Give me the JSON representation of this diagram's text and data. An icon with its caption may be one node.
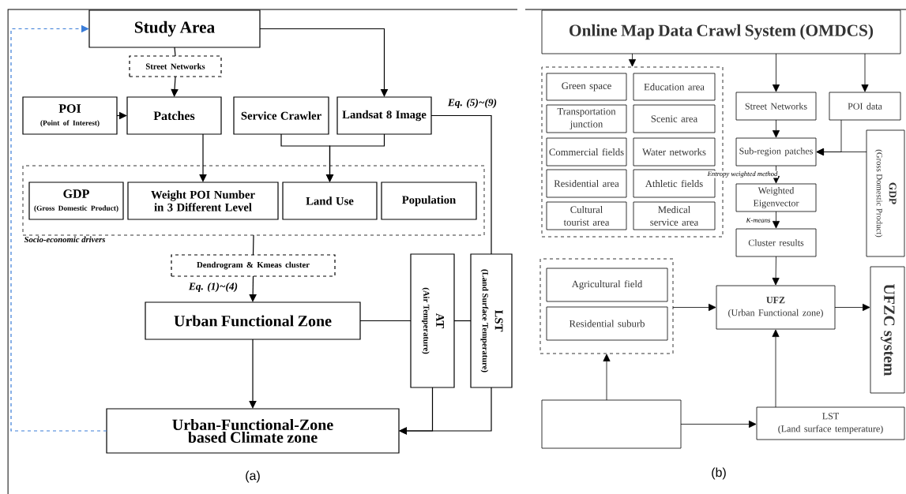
{
  "diagram": {
    "nodes": [
      {
        "text": [
          "Study Area"
        ]
      },
      {
        "text": [
          "Street Networks"
        ]
      },
      {
        "text": [
          "POI",
          "(Point of Interest)"
        ]
      },
      {
        "text": [
          "Patches"
        ]
      },
      {
        "text": [
          "Service Crawler"
        ]
      },
      {
        "text": [
          "Landsat 8 Image"
        ]
      },
      {
        "text": [
          "Socio-economic drivers"
        ]
      },
      {
        "text": [
          "GDP",
          "(Gross Domestic Product)"
        ],
        "in": 6
      },
      {
        "text": [
          "Weight POI Number in 3 Different Level"
        ],
        "in": 6
      },
      {
        "text": [
          "Land Use"
        ],
        "in": 6
      },
      {
        "text": [
          "Population"
        ],
        "in": 6
      },
      {
        "text": [
          "Dendrogram & Kmeas cluster"
        ]
      },
      {
        "text": [
          "Urban Functional Zone"
        ]
      },
      {
        "text": [
          "AT",
          "(Air Temperature)"
        ]
      },
      {
        "text": [
          "LST",
          "(Land Surface Temperature)"
        ]
      },
      {
        "text": [
          "Urban-Functional-Zone based Climate zone"
        ]
      },
      {
        "text": [
          "Online Map Data Crawl System (OMDCS)"
        ]
      },
      {
        "text": [],
        "shape": "box"
      },
      {
        "text": [
          "Green space"
        ],
        "in": 17
      },
      {
        "text": [
          "Education area"
        ],
        "in": 17
      },
      {
        "text": [
          "Transportation junction"
        ],
        "in": 17
      },
      {
        "text": [
          "Scenic area"
        ],
        "in": 17
      },
      {
        "text": [
          "Commercial fields"
        ],
        "in": 17
      },
      {
        "text": [
          "Water networks"
        ],
        "in": 17
      },
      {
        "text": [
          "Residential area"
        ],
        "in": 17
      },
      {
        "text": [
          "Athletic fields"
        ],
        "in": 17
      },
      {
        "text": [
          "Cultural tourist area"
        ],
        "in": 17
      },
      {
        "text": [
          "Medical service area"
        ],
        "in": 17
      },
      {
        "text": [
          "Street Networks"
        ]
      },
      {
        "text": [
          "POI data"
        ]
      },
      {
        "text": [
          "Sub-region patches"
        ]
      },
      {
        "text": [
          "Weighted Eigenvector"
        ]
      },
      {
        "text": [
          "Cluster results"
        ]
      },
      {
        "text": [
          "GDP",
          "(Gross Domestic Product)"
        ]
      },
      {
        "text": [],
        "shape": "box"
      },
      {
        "text": [
          "Agricultural field"
        ],
        "in": 34
      },
      {
        "text": [
          "Residential suburb"
        ],
        "in": 34
      },
      {
        "text": [
          "UFZ",
          "(Urban Functional zone)"
        ]
      },
      {
        "text": [
          "UFZC system"
        ]
      },
      {
        "text": [],
        "shape": "box"
      },
      {
        "text": [
          "LST",
          "(Land surface temperature)"
        ]
      }
    ],
    "edges": [
      {
        "from": 0,
        "to": 1,
        "arrow": "none"
      },
      {
        "from": 1,
        "to": 3,
        "arrow": "to"
      },
      {
        "from": 2,
        "to": 3,
        "arrow": "to"
      },
      {
        "from": 0,
        "to": 5,
        "arrow": "to"
      },
      {
        "from": 3,
        "to": 8,
        "arrow": "to"
      },
      {
        "from": 4,
        "to": 9,
        "arrow": "to"
      },
      {
        "from": 5,
        "to": 9,
        "arrow": "to"
      },
      {
        "from": 6,
        "to": 11,
        "arrow": "none"
      },
      {
        "from": 11,
        "to": 12,
        "arrow": "to",
        "label": "Eq. (1)~(4)"
      },
      {
        "from": 12,
        "to": 15,
        "arrow": "to"
      },
      {
        "from": 12,
        "to": 13,
        "arrow": "none"
      },
      {
        "from": 13,
        "to": 14,
        "arrow": "none"
      },
      {
        "from": 5,
        "to": 14,
        "arrow": "none",
        "label": "Eq. (5)~(9)"
      },
      {
        "from": 13,
        "to": 15,
        "arrow": "to"
      },
      {
        "from": 14,
        "to": 15,
        "arrow": "to"
      },
      {
        "from": 15,
        "to": 0,
        "arrow": "to",
        "style": "dashed",
        "color": "#3b7dd8"
      },
      {
        "from": 16,
        "to": 17,
        "arrow": "to"
      },
      {
        "from": 16,
        "to": 28,
        "arrow": "to"
      },
      {
        "from": 16,
        "to": 29,
        "arrow": "to"
      },
      {
        "from": 28,
        "to": 30,
        "arrow": "to"
      },
      {
        "from": 29,
        "to": 30,
        "arrow": "to"
      },
      {
        "from": 33,
        "to": 30,
        "arrow": "to"
      },
      {
        "from": 30,
        "to": 31,
        "arrow": "to",
        "label": "Entropy weighted method"
      },
      {
        "from": 31,
        "to": 32,
        "arrow": "to",
        "label": "K-means"
      },
      {
        "from": 32,
        "to": 37,
        "arrow": "to"
      },
      {
        "from": 34,
        "to": 37,
        "arrow": "to"
      },
      {
        "from": 37,
        "to": 38,
        "arrow": "to"
      },
      {
        "from": 39,
        "to": 34,
        "arrow": "to"
      },
      {
        "from": 39,
        "to": 40,
        "arrow": "to"
      },
      {
        "from": 40,
        "to": 37,
        "arrow": "to"
      }
    ],
    "labels": [
      "(a)",
      "(b)"
    ]
  }
}
